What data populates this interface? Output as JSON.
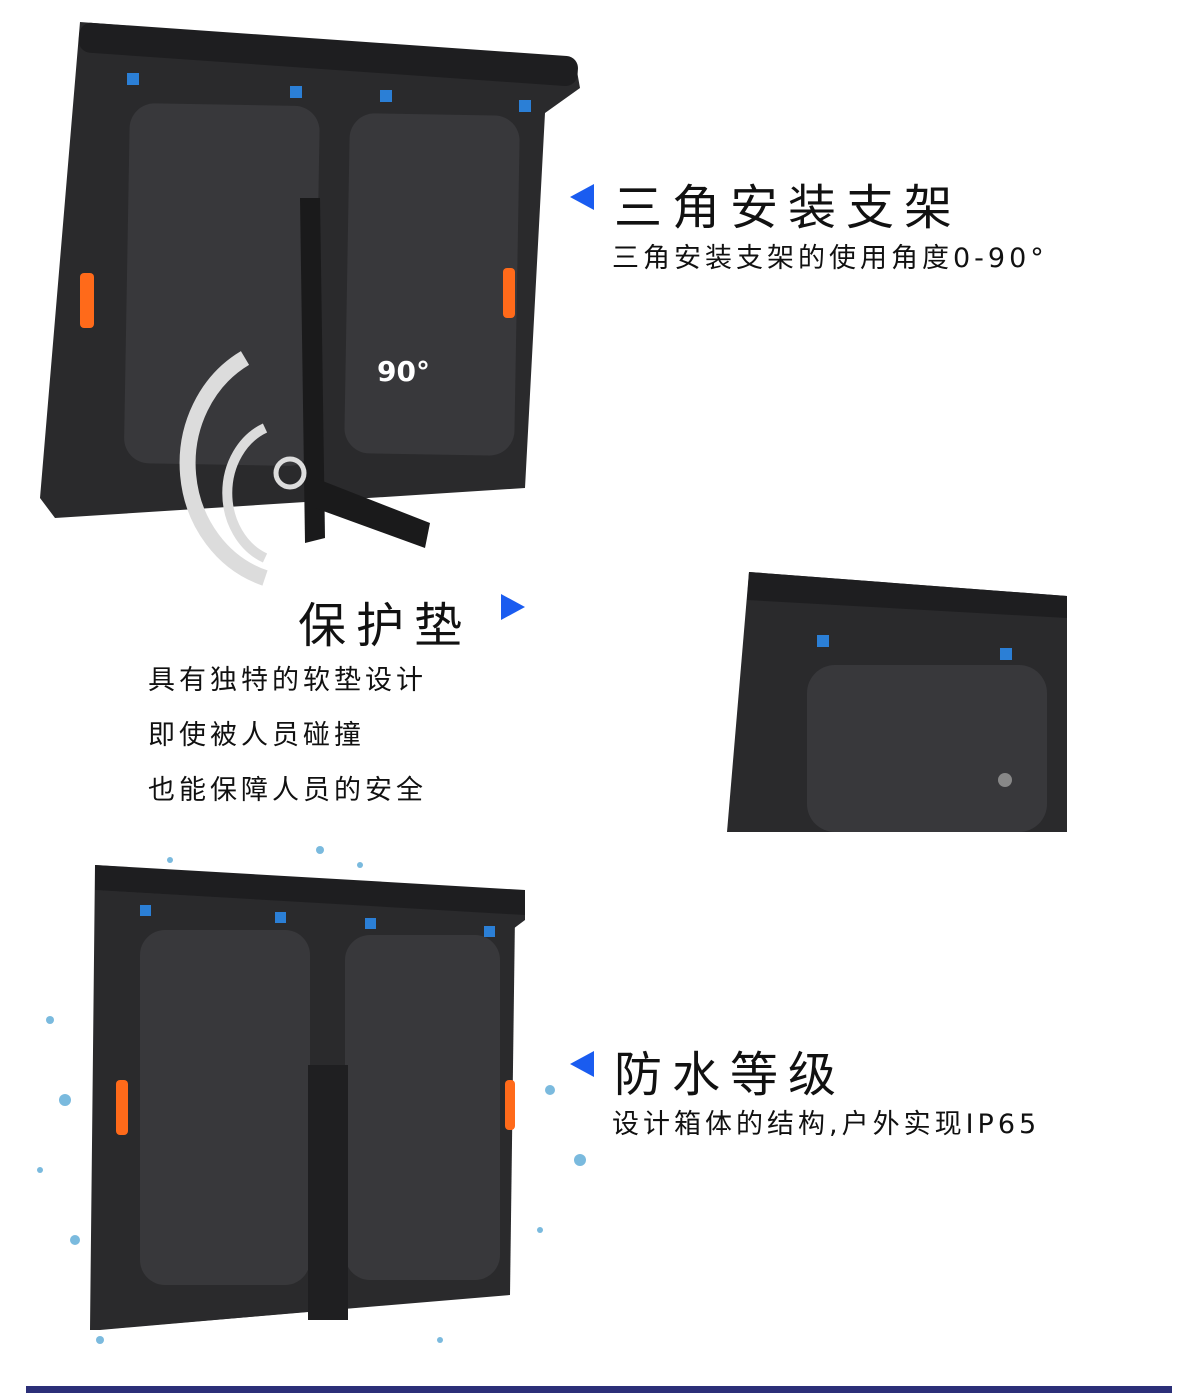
{
  "sections": [
    {
      "title": "三角安装支架",
      "lines": [
        "三角安装支架的使用角度0-90°"
      ],
      "angle_label": "90°"
    },
    {
      "title": "保护垫",
      "lines": [
        "具有独特的软垫设计",
        "即使被人员碰撞",
        "也能保障人员的安全"
      ]
    },
    {
      "title": "防水等级",
      "lines": [
        "设计箱体的结构,户外实现IP65"
      ]
    }
  ],
  "colors": {
    "accent": "#1a5cf0",
    "cabinet": "#2a2a2c",
    "bar": "#2b2f78",
    "handle": "#ff6a1a"
  }
}
